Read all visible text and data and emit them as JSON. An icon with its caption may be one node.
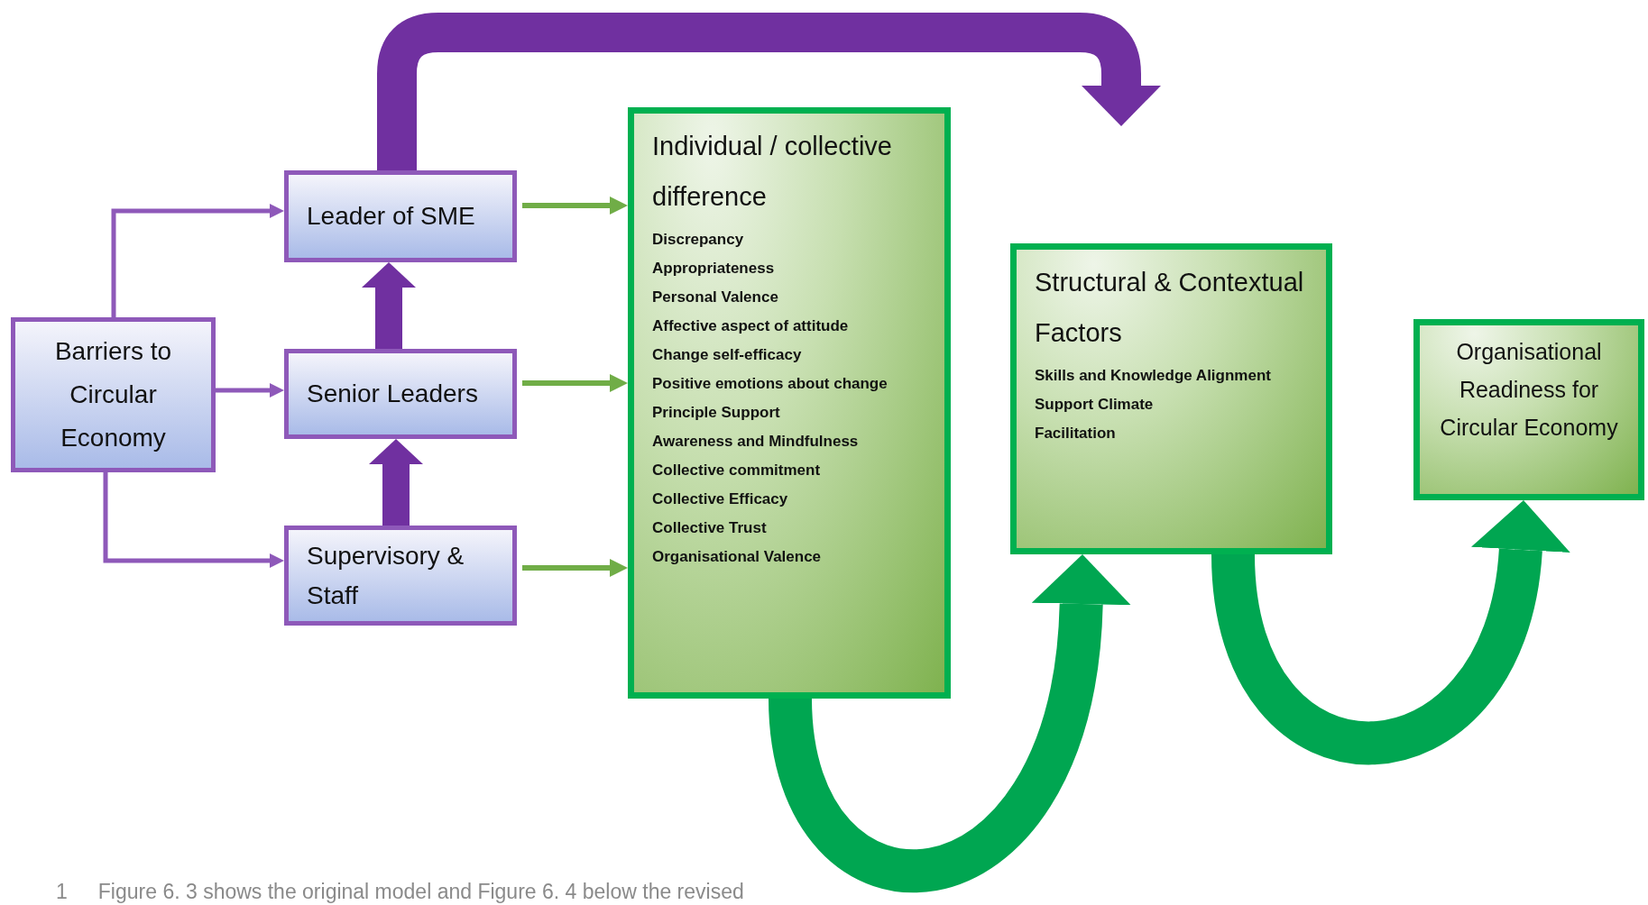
{
  "diagram": {
    "nodes": [
      {
        "text": [
          "Barriers to Circular Economy"
        ]
      },
      {
        "text": [
          "Leader of SME"
        ]
      },
      {
        "text": [
          "Senior Leaders"
        ]
      },
      {
        "text": [
          "Supervisory & Staff"
        ]
      },
      {
        "text": [
          "Individual / collective difference",
          "Discrepancy",
          "Appropriateness",
          "Personal Valence",
          "Affective aspect of attitude",
          "Change self-efficacy",
          "Positive emotions about change",
          "Principle Support",
          "Awareness and Mindfulness",
          "Collective commitment",
          "Collective Efficacy",
          "Collective Trust",
          "Organisational Valence"
        ]
      },
      {
        "text": [
          "Structural & Contextual Factors",
          "Skills and Knowledge Alignment",
          "Support Climate",
          "Facilitation"
        ]
      },
      {
        "text": [
          "Organisational Readiness for Circular Economy"
        ]
      }
    ],
    "edges": [
      {
        "from": 0,
        "to": 1,
        "arrow": "to"
      },
      {
        "from": 0,
        "to": 2,
        "arrow": "to"
      },
      {
        "from": 0,
        "to": 3,
        "arrow": "to"
      },
      {
        "from": 3,
        "to": 2,
        "arrow": "to",
        "style": "thick",
        "color": "#7030a0"
      },
      {
        "from": 2,
        "to": 1,
        "arrow": "to",
        "style": "thick",
        "color": "#7030a0"
      },
      {
        "from": 1,
        "to": null,
        "arrow": "to",
        "style": "thick",
        "color": "#7030a0"
      },
      {
        "from": 1,
        "to": 4,
        "arrow": "to",
        "color": "#70ad47"
      },
      {
        "from": 2,
        "to": 4,
        "arrow": "to",
        "color": "#70ad47"
      },
      {
        "from": 3,
        "to": 4,
        "arrow": "to",
        "color": "#70ad47"
      },
      {
        "from": 4,
        "to": 5,
        "arrow": "to",
        "style": "thick",
        "color": "#00a651"
      },
      {
        "from": 5,
        "to": 6,
        "arrow": "to",
        "style": "thick",
        "color": "#00a651"
      }
    ],
    "labels": [
      "1",
      "Figure 6. 3 shows the original model and Figure 6. 4 below the revised"
    ]
  }
}
